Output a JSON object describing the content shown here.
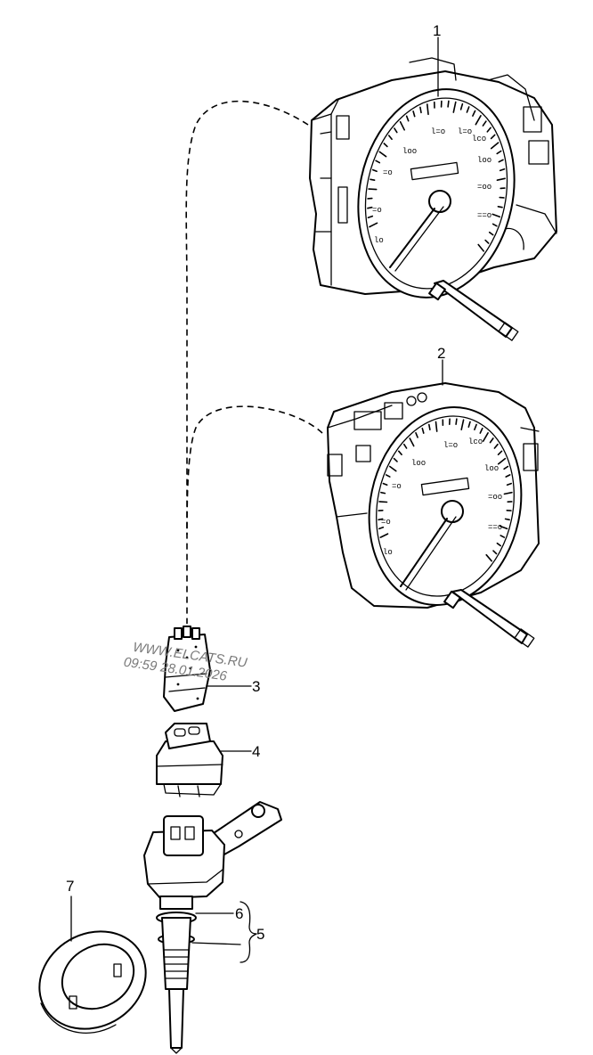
{
  "callouts": {
    "part1": "1",
    "part2": "2",
    "part3": "3",
    "part4": "4",
    "part5": "5",
    "part6": "6",
    "part7": "7"
  },
  "watermark": {
    "line1": "WWW.ELCATS.RU",
    "line2": "09:59 28.01.2026"
  }
}
